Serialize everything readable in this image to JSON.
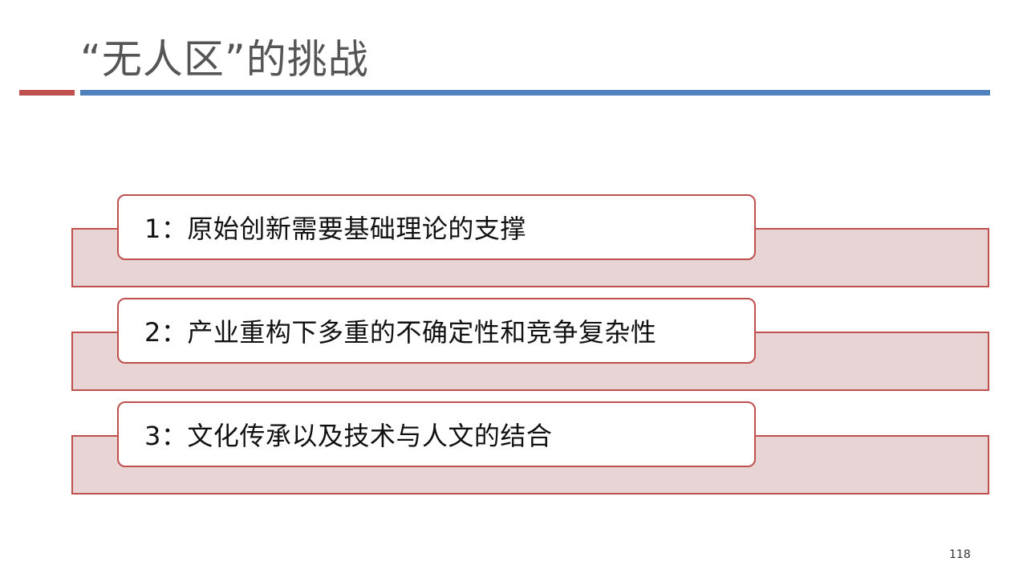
{
  "title": "“无人区”的挑战",
  "items": [
    {
      "text": "1：原始创新需要基础理论的支撑"
    },
    {
      "text": "2：产业重构下多重的不确定性和竞争复杂性"
    },
    {
      "text": "3：文化传承以及技术与人文的结合"
    }
  ],
  "page_number": "118",
  "colors": {
    "accent_red": "#c0504d",
    "accent_blue": "#4f81bd",
    "band_fill": "#e8d4d4",
    "title_text": "#555555"
  }
}
